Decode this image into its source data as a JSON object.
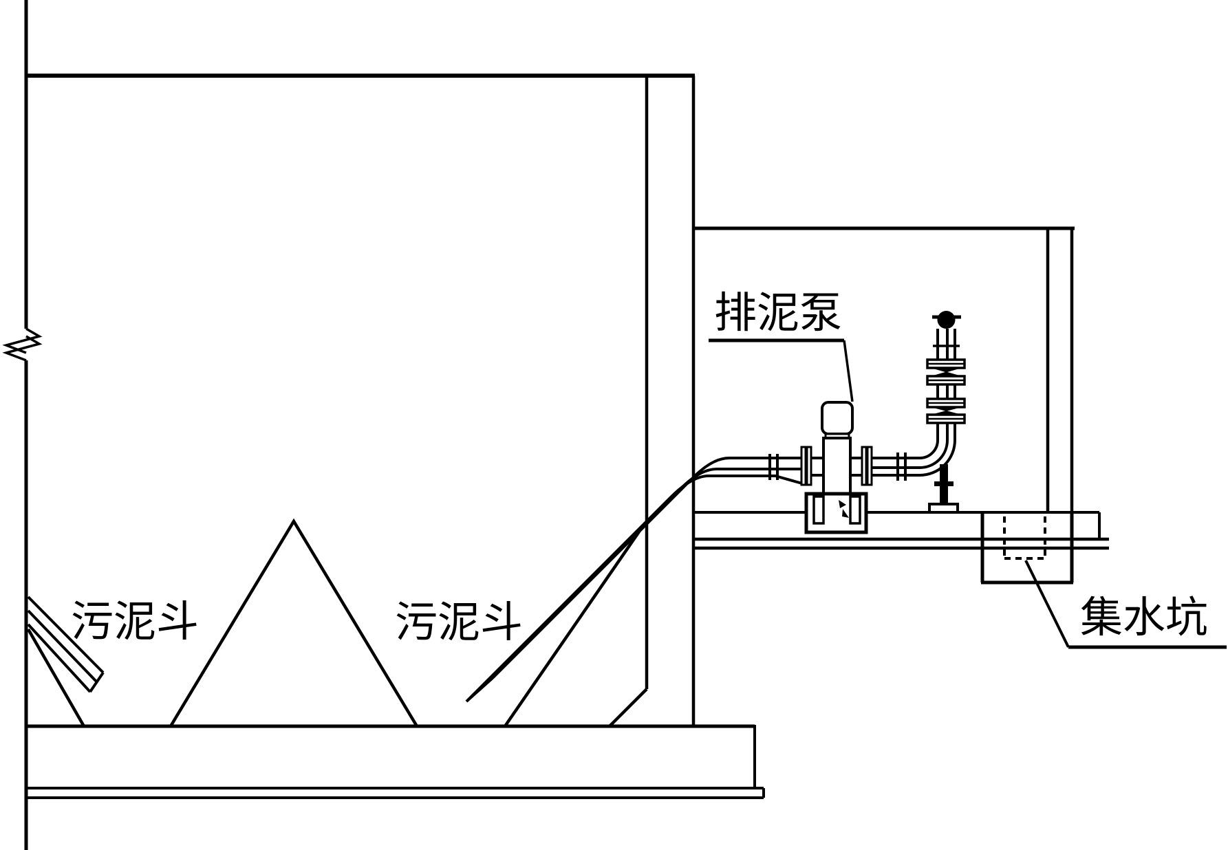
{
  "page": {
    "background_color": "#ffffff",
    "line_color": "#000000",
    "type": "engineering-section-drawing"
  },
  "labels": {
    "sludge_pump": "排泥泵",
    "sludge_hopper_left": "污泥斗",
    "sludge_hopper_right": "污泥斗",
    "sump_pit": "集水坑"
  }
}
